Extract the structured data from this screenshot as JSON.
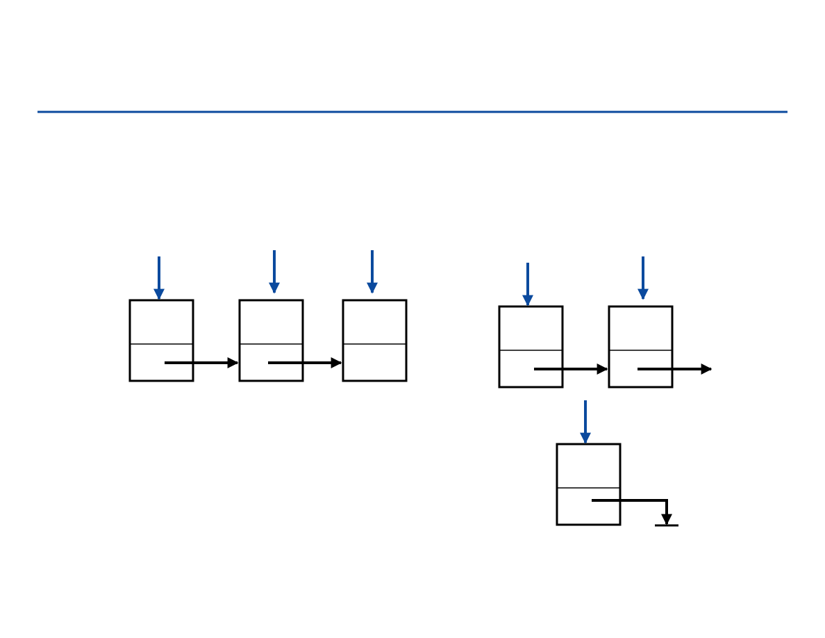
{
  "colors": {
    "rule": "#0b4a9e",
    "pointer": "#0b4a9e",
    "node_stroke": "#000000",
    "link": "#000000",
    "background": "#ffffff"
  },
  "diagram": {
    "type": "linked-list-nodes",
    "left_list": {
      "node_count": 3,
      "pointers_into_nodes": 3,
      "links": [
        "node-1-to-node-2",
        "node-2-to-node-3"
      ]
    },
    "right_list": {
      "node_count": 2,
      "pointers_into_nodes": 2,
      "links": [
        "node-1-to-node-2",
        "node-2-to-next"
      ]
    },
    "detached_node": {
      "pointers_into_nodes": 1,
      "terminator": "ground-null"
    }
  }
}
